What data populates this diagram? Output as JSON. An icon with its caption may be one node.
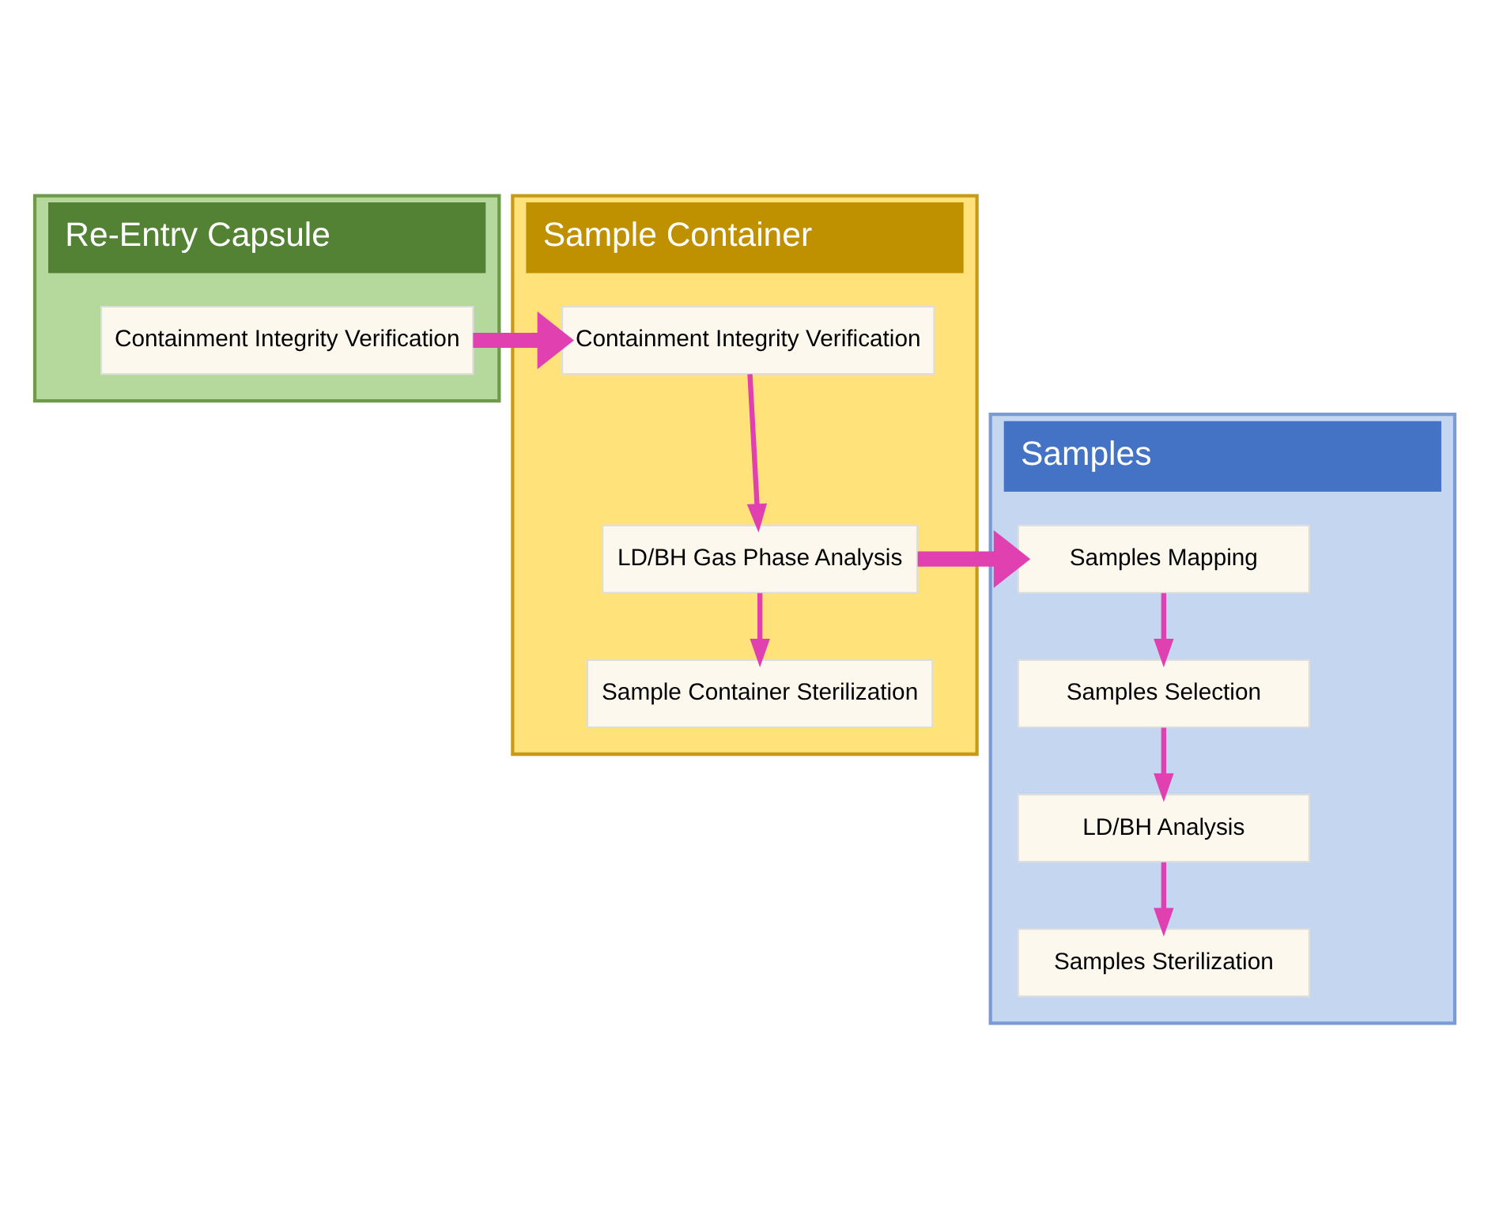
{
  "diagram": {
    "nodes": [
      {
        "text": [
          "Re-Entry Capsule"
        ]
      },
      {
        "text": [
          "Containment Integrity Verification"
        ],
        "in": 0
      },
      {
        "text": [
          "Sample Container"
        ]
      },
      {
        "text": [
          "Containment Integrity Verification"
        ],
        "in": 2
      },
      {
        "text": [
          "LD/BH Gas Phase Analysis"
        ],
        "in": 2
      },
      {
        "text": [
          "Sample Container Sterilization"
        ],
        "in": 2
      },
      {
        "text": [
          "Samples"
        ]
      },
      {
        "text": [
          "Samples Mapping"
        ],
        "in": 6
      },
      {
        "text": [
          "Samples Selection"
        ],
        "in": 6
      },
      {
        "text": [
          "LD/BH Analysis"
        ],
        "in": 6
      },
      {
        "text": [
          "Samples Sterilization"
        ],
        "in": 6
      }
    ],
    "edges": [
      {
        "from": 1,
        "to": 3,
        "arrow": "to",
        "style": "thick"
      },
      {
        "from": 3,
        "to": 4,
        "arrow": "to"
      },
      {
        "from": 4,
        "to": 5,
        "arrow": "to"
      },
      {
        "from": 4,
        "to": 7,
        "arrow": "to",
        "style": "thick"
      },
      {
        "from": 7,
        "to": 8,
        "arrow": "to"
      },
      {
        "from": 8,
        "to": 9,
        "arrow": "to"
      },
      {
        "from": 9,
        "to": 10,
        "arrow": "to"
      }
    ]
  }
}
